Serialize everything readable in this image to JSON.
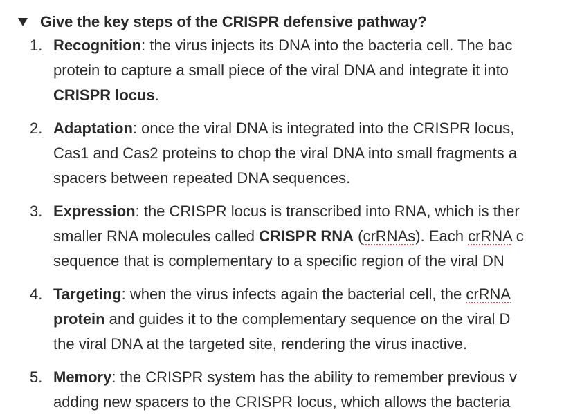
{
  "toggle": {
    "title": "Give the key steps of the CRISPR defensive pathway?",
    "caret_icon": "triangle-down-icon"
  },
  "steps": [
    {
      "number": "1.",
      "term": "Recognition",
      "line1": ": the virus injects its DNA into the bacteria cell. The bac",
      "line2": "protein to capture a small piece of the viral DNA and integrate it into",
      "line3_bold": "CRISPR locus",
      "line3_rest": "."
    },
    {
      "number": "2.",
      "term": "Adaptation",
      "line1": ": once the viral DNA is integrated into the CRISPR locus,",
      "line2": "Cas1 and Cas2 proteins to chop the viral DNA into small fragments a",
      "line3": "spacers between repeated DNA sequences."
    },
    {
      "number": "3.",
      "term": "Expression",
      "line1": ": the CRISPR locus is transcribed into RNA, which is ther",
      "line2_a": "smaller RNA molecules called ",
      "line2_bold": "CRISPR RNA",
      "line2_b": " (",
      "line2_sp1": "crRNAs",
      "line2_c": "). Each ",
      "line2_sp2": "crRNA",
      "line2_d": " c",
      "line3": "sequence that is complementary to a specific region of the viral DN"
    },
    {
      "number": "4.",
      "term": "Targeting",
      "line1_a": ": when the virus infects again the bacterial cell, the ",
      "line1_sp": "crRNA",
      "line2_bold": "protein",
      "line2_rest": " and guides it to the complementary sequence on the viral D",
      "line3": "the viral DNA at the targeted site, rendering the virus inactive."
    },
    {
      "number": "5.",
      "term": "Memory",
      "line1": ": the CRISPR system has the ability to remember previous v",
      "line2": "adding new spacers to the CRISPR locus, which allows the bacteria"
    }
  ]
}
